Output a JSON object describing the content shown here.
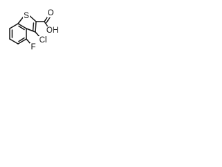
{
  "molecule": {
    "atoms": {
      "sulfur": "S",
      "fluorine": "F",
      "chlorine": "Cl",
      "oxygen_carbonyl": "O",
      "hydroxyl": "OH"
    }
  },
  "colors": {
    "ink": "#111111",
    "background": "#ffffff"
  }
}
